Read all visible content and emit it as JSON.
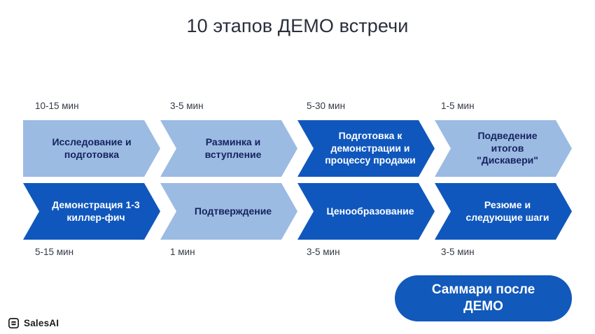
{
  "slide": {
    "title": "10 этапов ДЕМО встречи",
    "background_color": "#ffffff",
    "title_color": "#2b2f3d"
  },
  "colors": {
    "light_blue": "#9bbbe3",
    "dark_blue": "#0f57bd",
    "dark_text": "#16225e",
    "light_text": "#ffffff",
    "pill_blue": "#1159bb",
    "time_label": "#343a46"
  },
  "process": {
    "rows": [
      {
        "row_index": 1,
        "steps": [
          {
            "label": "Исследование и\nподготовка",
            "time": "10-15 мин",
            "tone": "light",
            "shape": "start"
          },
          {
            "label": "Разминка и\nвступление",
            "time": "3-5 мин",
            "tone": "light",
            "shape": "mid"
          },
          {
            "label": "Подготовка к\nдемонстрации и\nпроцессу продажи",
            "time": "5-30 мин",
            "tone": "dark",
            "shape": "mid"
          },
          {
            "label": "Подведение\nитогов\n\"Дискавери\"",
            "time": "1-5 мин",
            "tone": "light",
            "shape": "mid"
          }
        ]
      },
      {
        "row_index": 2,
        "steps": [
          {
            "label": "Демонстрация 1-3\nкиллер-фич",
            "time": "5-15 мин",
            "tone": "dark",
            "shape": "mid"
          },
          {
            "label": "Подтверждение",
            "time": "1 мин",
            "tone": "light",
            "shape": "mid"
          },
          {
            "label": "Ценообразование",
            "time": "3-5 мин",
            "tone": "dark",
            "shape": "mid"
          },
          {
            "label": "Резюме и\nследующие шаги",
            "time": "3-5 мин",
            "tone": "dark",
            "shape": "mid"
          }
        ]
      }
    ]
  },
  "times_top": [
    "10-15 мин",
    "3-5 мин",
    "5-30 мин",
    "1-5 мин"
  ],
  "times_bottom": [
    "5-15 мин",
    "1 мин",
    "3-5 мин",
    "3-5 мин"
  ],
  "summary_button": {
    "label": "Саммари после\nДЕМО"
  },
  "footer": {
    "logo_text": "SalesAI",
    "logo_icon": "salesai-square-icon"
  }
}
